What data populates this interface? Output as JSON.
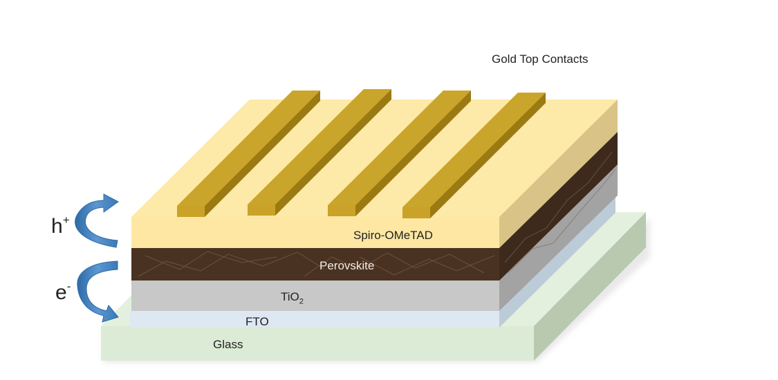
{
  "labels": {
    "gold_contacts": "Gold Top Contacts",
    "spiro": "Spiro-OMeTAD",
    "perovskite": "Perovskite",
    "tio2_base": "TiO",
    "tio2_sub": "2",
    "fto": "FTO",
    "glass": "Glass"
  },
  "carriers": {
    "hole_base": "h",
    "hole_sup": "+",
    "electron_base": "e",
    "electron_sup": "-"
  },
  "layers": [
    {
      "name": "Gold Top Contacts",
      "front": "#c9a227",
      "top": "#caa52b",
      "side": "#9c7a12"
    },
    {
      "name": "Spiro-OMeTAD",
      "front": "#fde7a2",
      "top": "#fde9a8",
      "side": "#d9c386"
    },
    {
      "name": "Perovskite",
      "front": "#4a3222",
      "side": "#3d2a1d"
    },
    {
      "name": "TiO2",
      "front": "#c8c8c8",
      "side": "#a3a3a3"
    },
    {
      "name": "FTO",
      "front": "#dde8f2",
      "side": "#bccbd8"
    },
    {
      "name": "Glass",
      "front": "#dcebd5",
      "top": "#e4f0de",
      "side": "#b8c9b0"
    }
  ],
  "arrow_color": "#4a86c0"
}
